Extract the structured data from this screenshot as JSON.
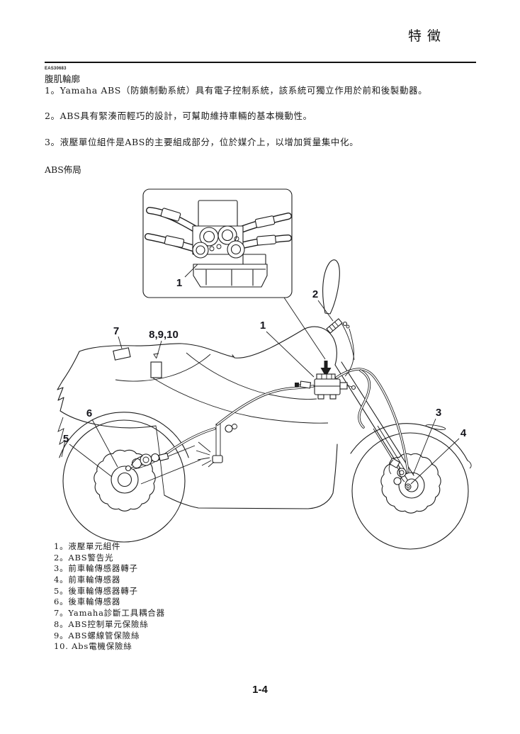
{
  "page": {
    "header_title": "特徵",
    "doc_code": "EAS30683",
    "page_number": "1-4"
  },
  "section": {
    "heading": "腹肌輪廓",
    "paragraphs": [
      "1。Yamaha ABS（防鎖制動系統）具有電子控制系統，該系統可獨立作用於前和後製動器。",
      "2。ABS具有緊湊而輕巧的設計，可幫助維持車輛的基本機動性。",
      "3。液壓單位組件是ABS的主要組成部分，位於媒介上，以增加質量集中化。"
    ],
    "diagram_heading": "ABS佈局"
  },
  "diagram": {
    "callouts": {
      "inset_unit": "1",
      "unit": "1",
      "warning_light": "2",
      "front_rotor": "3",
      "front_sensor": "4",
      "rear_rotor": "5",
      "rear_sensor": "6",
      "diagnostic_coupler": "7",
      "fuses": "8,9,10"
    },
    "legend": [
      "1。液壓單元組件",
      "2。ABS警告光",
      "3。前車輪傳感器轉子",
      "4。前車輪傳感器",
      "5。後車輪傳感器轉子",
      "6。後車輪傳感器",
      "7。Yamaha診斷工具耦合器",
      "8。ABS控制單元保險絲",
      "9。ABS螺線管保險絲",
      "10. Abs電機保險絲"
    ],
    "line_color": "#1d1d1d"
  }
}
